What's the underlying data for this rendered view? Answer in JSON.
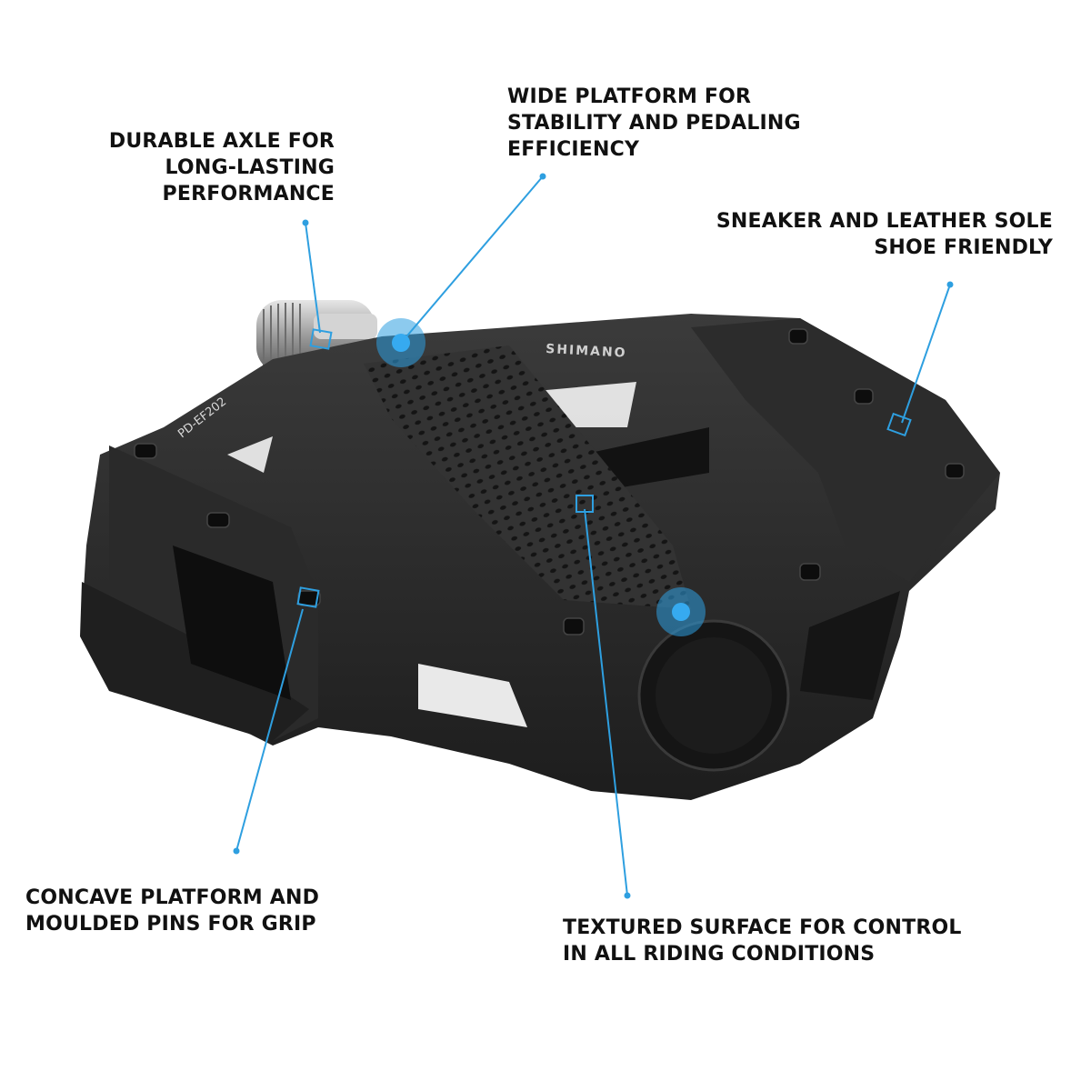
{
  "callouts": [
    {
      "id": "durable-axle",
      "lines": [
        "DURABLE AXLE FOR",
        "LONG-LASTING",
        "PERFORMANCE"
      ],
      "align": "right",
      "marker": "square"
    },
    {
      "id": "wide-platform",
      "lines": [
        "WIDE PLATFORM FOR",
        "STABILITY AND PEDALING",
        "EFFICIENCY"
      ],
      "align": "left",
      "marker": "circle"
    },
    {
      "id": "sneaker-friendly",
      "lines": [
        "SNEAKER AND LEATHER SOLE",
        "SHOE FRIENDLY"
      ],
      "align": "right",
      "marker": "square"
    },
    {
      "id": "concave-platform",
      "lines": [
        "CONCAVE PLATFORM AND",
        "MOULDED PINS FOR GRIP"
      ],
      "align": "left",
      "marker": "square"
    },
    {
      "id": "textured-surface",
      "lines": [
        "TEXTURED SURFACE FOR CONTROL",
        "IN ALL RIDING CONDITIONS"
      ],
      "align": "left",
      "marker": "square"
    }
  ],
  "extra_marker": {
    "id": "highlight-circle-front",
    "marker": "circle"
  },
  "product": {
    "brand_mark": "SHIMANO",
    "model_mark": "PD-EF202"
  },
  "colors": {
    "callout_blue": "#2e9fe0",
    "pedal_body": "#262626",
    "pedal_edge": "#3a3a3a",
    "axle_silver": "#b9b9b9",
    "text": "#111111"
  }
}
